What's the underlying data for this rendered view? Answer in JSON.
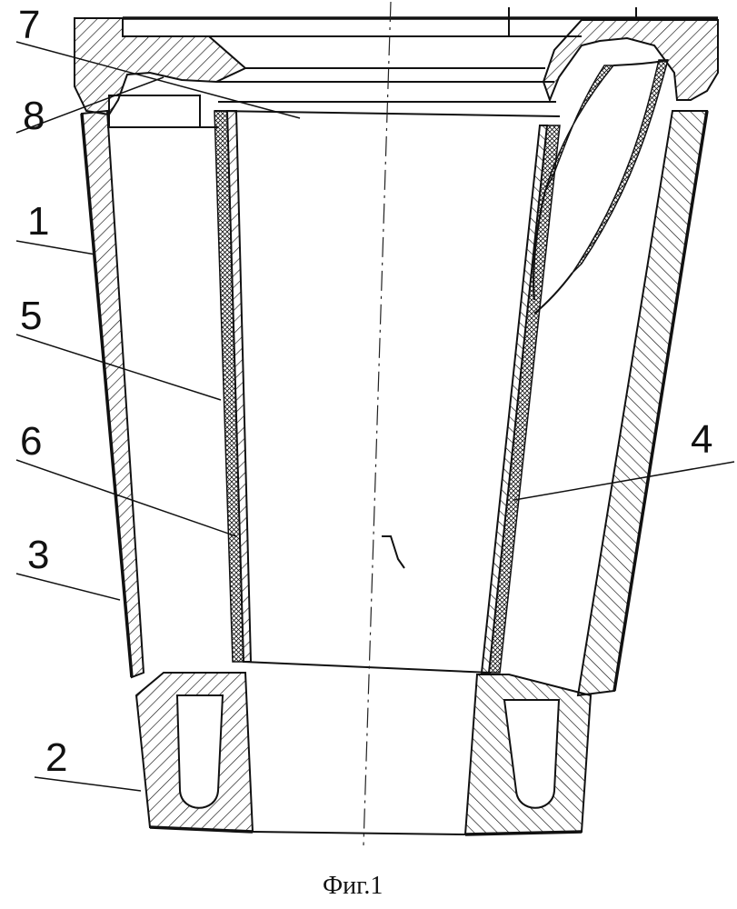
{
  "labels": {
    "l1": "1",
    "l2": "2",
    "l3": "3",
    "l4": "4",
    "l5": "5",
    "l6": "6",
    "l7": "7",
    "l8": "8"
  },
  "caption": "Фиг.1"
}
